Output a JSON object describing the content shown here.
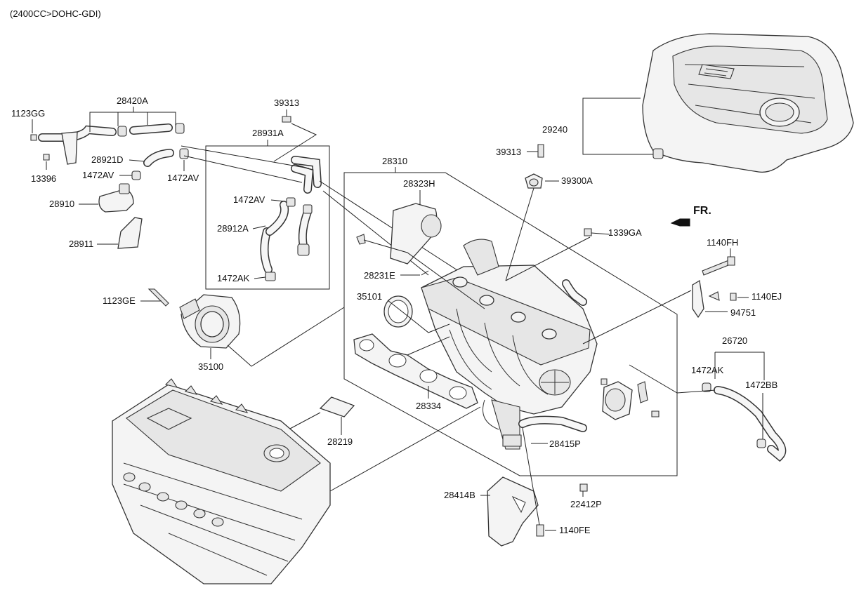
{
  "header": {
    "engine_spec": "(2400CC>DOHC-GDI)"
  },
  "front_indicator": {
    "label": "FR."
  },
  "part_labels": [
    {
      "id": "l-28420A",
      "text": "28420A"
    },
    {
      "id": "l-1123GG",
      "text": "1123GG"
    },
    {
      "id": "l-39313a",
      "text": "39313"
    },
    {
      "id": "l-28931A",
      "text": "28931A"
    },
    {
      "id": "l-28921D",
      "text": "28921D"
    },
    {
      "id": "l-13396",
      "text": "13396"
    },
    {
      "id": "l-1472AVa",
      "text": "1472AV"
    },
    {
      "id": "l-1472AVb",
      "text": "1472AV"
    },
    {
      "id": "l-1472AVc",
      "text": "1472AV"
    },
    {
      "id": "l-28910",
      "text": "28910"
    },
    {
      "id": "l-28912A",
      "text": "28912A"
    },
    {
      "id": "l-28911",
      "text": "28911"
    },
    {
      "id": "l-1472AKa",
      "text": "1472AK"
    },
    {
      "id": "l-29240",
      "text": "29240"
    },
    {
      "id": "l-39313b",
      "text": "39313"
    },
    {
      "id": "l-39300A",
      "text": "39300A"
    },
    {
      "id": "l-28310",
      "text": "28310"
    },
    {
      "id": "l-28323H",
      "text": "28323H"
    },
    {
      "id": "l-1339GA",
      "text": "1339GA"
    },
    {
      "id": "l-1140FH",
      "text": "1140FH"
    },
    {
      "id": "l-28231E",
      "text": "28231E"
    },
    {
      "id": "l-1140EJ",
      "text": "1140EJ"
    },
    {
      "id": "l-94751",
      "text": "94751"
    },
    {
      "id": "l-1123GE",
      "text": "1123GE"
    },
    {
      "id": "l-35101",
      "text": "35101"
    },
    {
      "id": "l-35100",
      "text": "35100"
    },
    {
      "id": "l-26720",
      "text": "26720"
    },
    {
      "id": "l-1472AKb",
      "text": "1472AK"
    },
    {
      "id": "l-1472BB",
      "text": "1472BB"
    },
    {
      "id": "l-28334",
      "text": "28334"
    },
    {
      "id": "l-28219",
      "text": "28219"
    },
    {
      "id": "l-28415P",
      "text": "28415P"
    },
    {
      "id": "l-28414B",
      "text": "28414B"
    },
    {
      "id": "l-22412P",
      "text": "22412P"
    },
    {
      "id": "l-1140FE",
      "text": "1140FE"
    }
  ],
  "colors": {
    "line": "#222222",
    "part_fill": "#f4f4f4",
    "background": "#ffffff"
  }
}
